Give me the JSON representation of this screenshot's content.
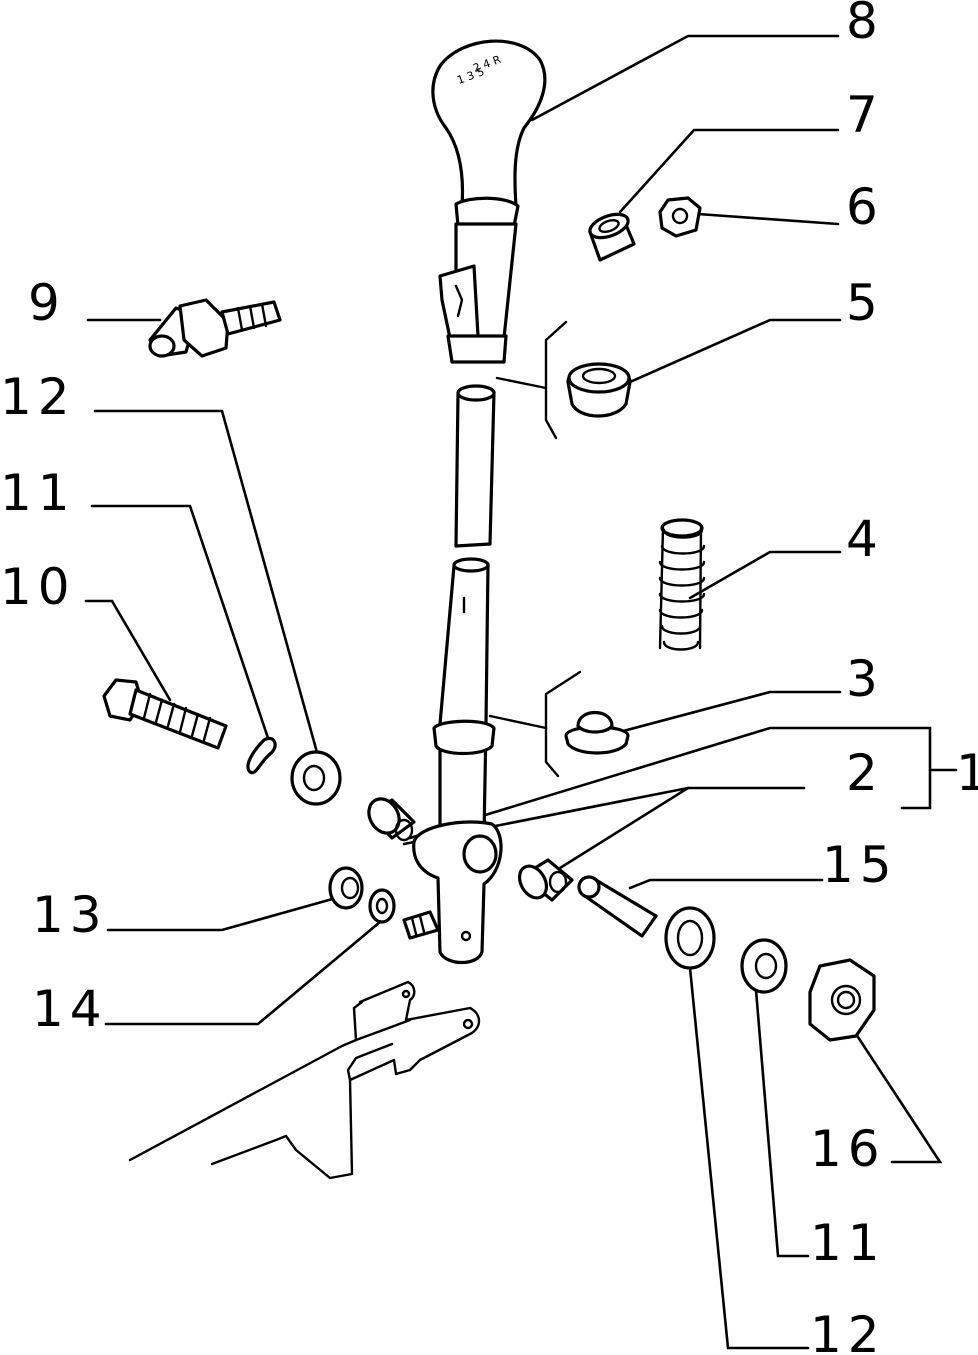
{
  "diagram": {
    "knob_pattern": [
      "2 4 R",
      "1 3 5"
    ],
    "callouts": [
      {
        "id": "c8",
        "text": "8"
      },
      {
        "id": "c7",
        "text": "7"
      },
      {
        "id": "c6",
        "text": "6"
      },
      {
        "id": "c9",
        "text": "9"
      },
      {
        "id": "c5",
        "text": "5"
      },
      {
        "id": "c12a",
        "text": "12"
      },
      {
        "id": "c11a",
        "text": "11"
      },
      {
        "id": "c10",
        "text": "10"
      },
      {
        "id": "c4",
        "text": "4"
      },
      {
        "id": "c3",
        "text": "3"
      },
      {
        "id": "c1",
        "text": "1"
      },
      {
        "id": "c2",
        "text": "2"
      },
      {
        "id": "c15",
        "text": "15"
      },
      {
        "id": "c13",
        "text": "13"
      },
      {
        "id": "c14",
        "text": "14"
      },
      {
        "id": "c16",
        "text": "16"
      },
      {
        "id": "c11b",
        "text": "11"
      },
      {
        "id": "c12b",
        "text": "12"
      }
    ]
  }
}
